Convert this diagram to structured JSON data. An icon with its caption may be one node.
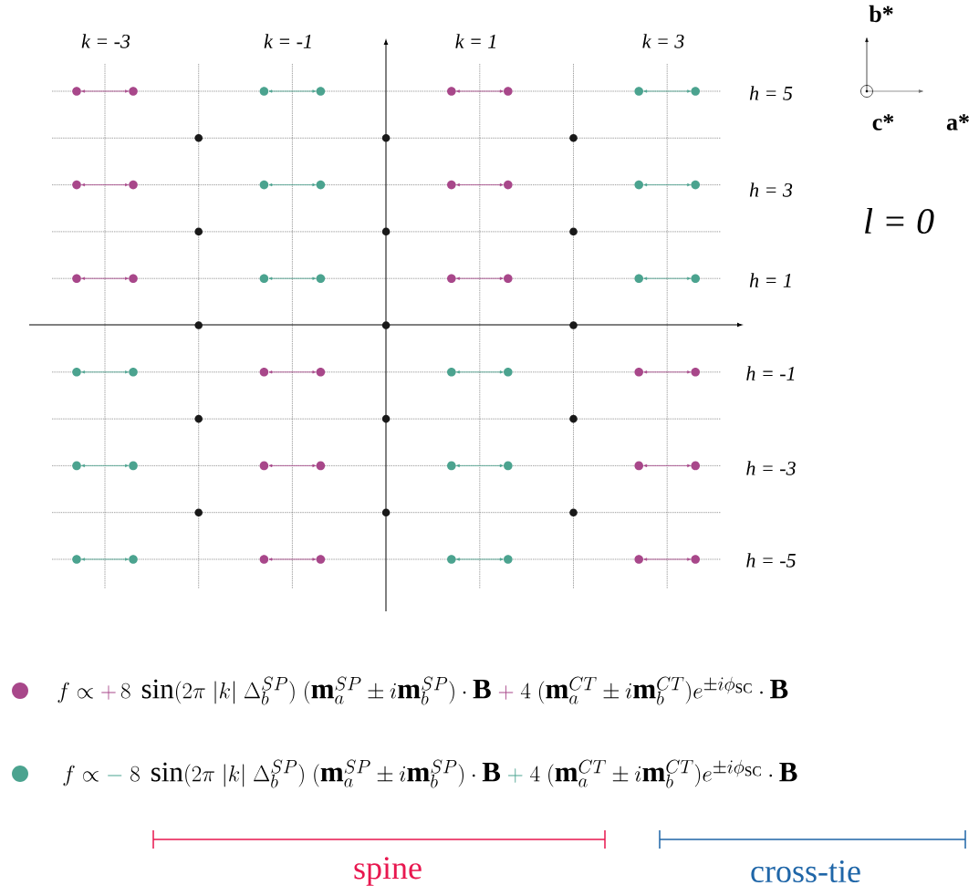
{
  "diagram": {
    "labels": [
      "k = -3",
      "k = -1",
      "k = 1",
      "k = 3",
      "b*",
      "h = 5",
      "c*",
      "a*",
      "h = 3",
      "l = 0",
      "h = 1",
      "h = -1",
      "h = -3",
      "h = -5",
      "spine",
      "cross-tie"
    ],
    "legend": [
      {
        "text": "f \\propto {\\color[HTML]{A8478A}\\mathbf{+}}\\,8\\;\\sin(2\\pi\\;|k|\\;\\Delta_b^{SP})\\;(\\mathbf{m}_a^{SP}\\pm i\\mathbf{m}_b^{SP})\\cdot\\mathbf{B}\\;{\\color[HTML]{A8478A}\\mathbf{+}}\\;4\\;(\\mathbf{m}_a^{CT}\\pm i\\mathbf{m}_b^{CT})e^{\\pm i\\phi_{\\mathrm{SC}}}\\cdot\\mathbf{B}",
        "color": "#a8478a"
      },
      {
        "text": "f \\propto {\\color[HTML]{4BA38F}-}\\;8\\;\\sin(2\\pi\\;|k|\\;\\Delta_b^{SP})\\;(\\mathbf{m}_a^{SP}\\pm i\\mathbf{m}_b^{SP})\\cdot\\mathbf{B}\\;{\\color[HTML]{4BA38F}\\mathbf{+}}\\;4\\;(\\mathbf{m}_a^{CT}\\pm i\\mathbf{m}_b^{CT})e^{\\pm i\\phi_{\\mathrm{SC}}}\\cdot\\mathbf{B}",
        "color": "#4ba38f"
      }
    ]
  }
}
